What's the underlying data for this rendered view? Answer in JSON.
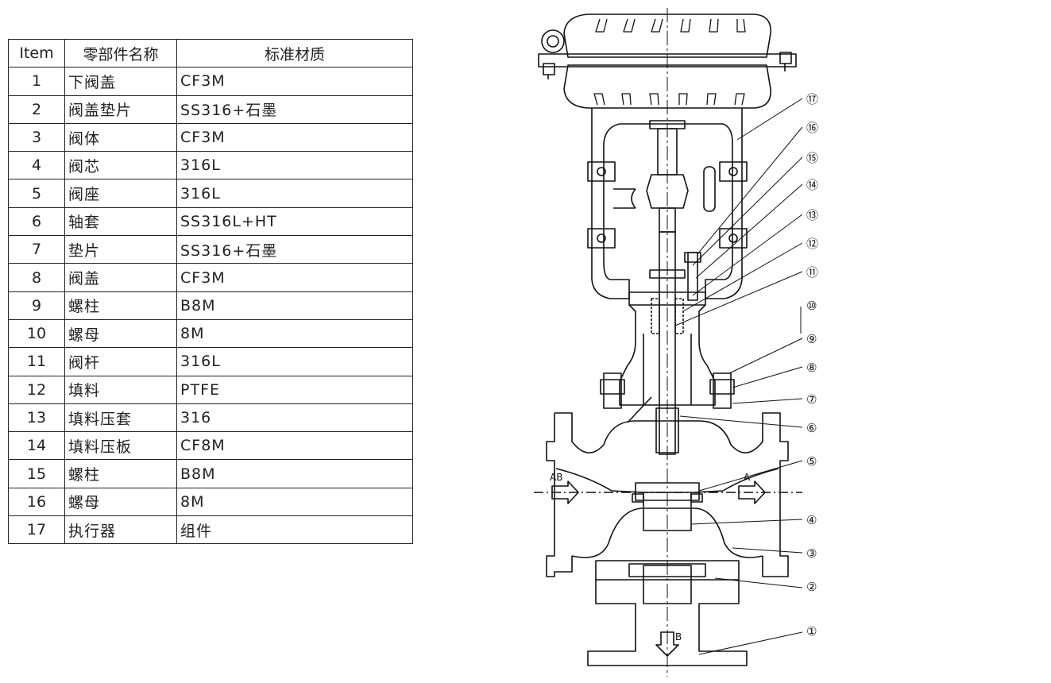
{
  "table": {
    "headers": [
      "Item",
      "零部件名称",
      "标准材质"
    ],
    "rows": [
      {
        "item": "1",
        "name": "下阀盖",
        "material": "CF3M"
      },
      {
        "item": "2",
        "name": "阀盖垫片",
        "material": "SS316+石墨"
      },
      {
        "item": "3",
        "name": "阀体",
        "material": "CF3M"
      },
      {
        "item": "4",
        "name": "阀芯",
        "material": "316L"
      },
      {
        "item": "5",
        "name": "阀座",
        "material": "316L"
      },
      {
        "item": "6",
        "name": "轴套",
        "material": "SS316L+HT"
      },
      {
        "item": "7",
        "name": "垫片",
        "material": "SS316+石墨"
      },
      {
        "item": "8",
        "name": "阀盖",
        "material": "CF3M"
      },
      {
        "item": "9",
        "name": "螺柱",
        "material": "B8M"
      },
      {
        "item": "10",
        "name": "螺母",
        "material": "8M"
      },
      {
        "item": "11",
        "name": "阀杆",
        "material": "316L"
      },
      {
        "item": "12",
        "name": "填料",
        "material": "PTFE"
      },
      {
        "item": "13",
        "name": "填料压套",
        "material": "316"
      },
      {
        "item": "14",
        "name": "填料压板",
        "material": "CF8M"
      },
      {
        "item": "15",
        "name": "螺柱",
        "material": "B8M"
      },
      {
        "item": "16",
        "name": "螺母",
        "material": "8M"
      },
      {
        "item": "17",
        "name": "执行器",
        "material": "组件"
      }
    ]
  },
  "diagram": {
    "flow_labels": {
      "inlet": "AB",
      "outlet": "A",
      "bottom": "B"
    },
    "callouts": [
      "⑰",
      "⑯",
      "⑮",
      "⑭",
      "⑬",
      "⑫",
      "⑪",
      "⑩",
      "⑨",
      "⑧",
      "⑦",
      "⑥",
      "⑤",
      "④",
      "③",
      "②",
      "①"
    ]
  }
}
